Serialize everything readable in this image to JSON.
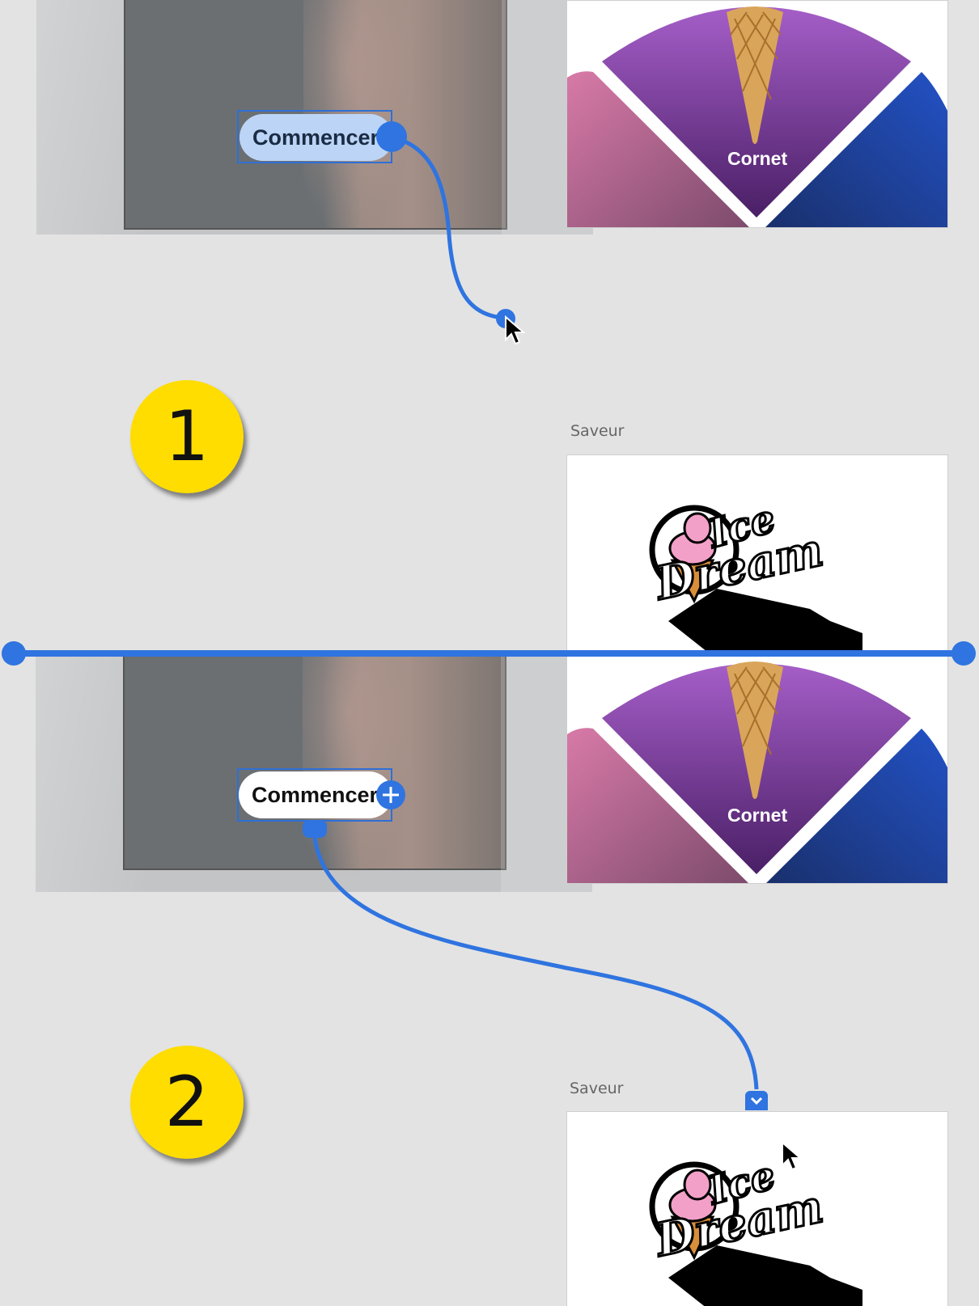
{
  "steps": [
    {
      "number": "1",
      "button_label": "Commencer",
      "wheel_label": "Cornet",
      "artboard_title": "Saveur",
      "logo_line1": "Ice",
      "logo_line2": "Dream"
    },
    {
      "number": "2",
      "button_label": "Commencer",
      "wheel_label": "Cornet",
      "artboard_title": "Saveur",
      "logo_line1": "Ice",
      "logo_line2": "Dream"
    }
  ],
  "colors": {
    "canvas": "#e3e3e3",
    "link_blue": "#2f74e0",
    "badge_yellow": "#ffdd00",
    "wheel_purple": "#9b59c7",
    "wheel_pink": "#c9689b",
    "wheel_blue": "#2150c0"
  },
  "icons": [
    "connection-handle-icon",
    "cursor-arrow-icon",
    "plus-icon",
    "chevron-down-icon"
  ]
}
